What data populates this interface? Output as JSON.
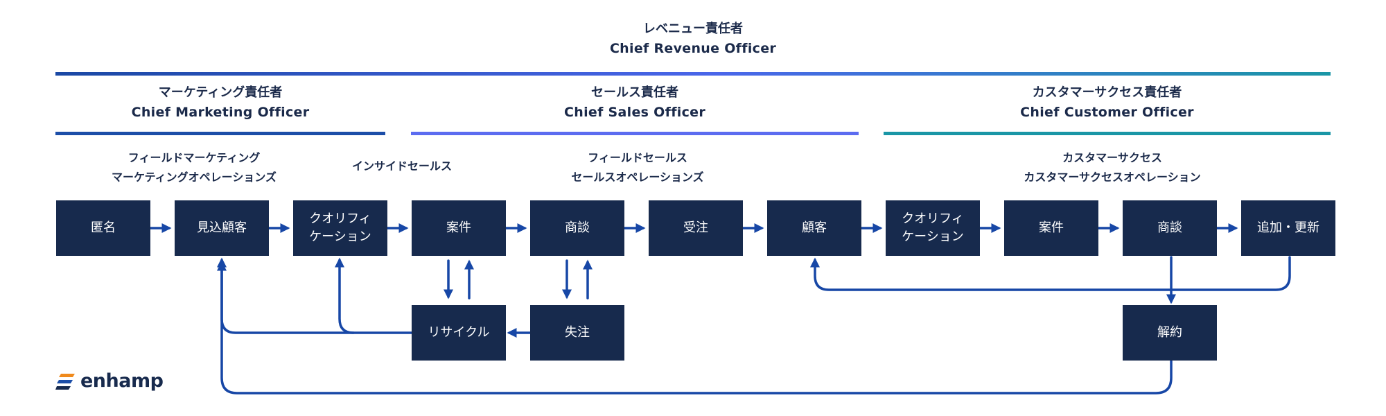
{
  "cro": {
    "ja": "レベニュー責任者",
    "en": "Chief Revenue Officer"
  },
  "officers": [
    {
      "ja": "マーケティング責任者",
      "en": "Chief Marketing Officer"
    },
    {
      "ja": "セールス責任者",
      "en": "Chief Sales Officer"
    },
    {
      "ja": "カスタマーサクセス責任者",
      "en": "Chief Customer Officer"
    }
  ],
  "groups": [
    {
      "line1": "フィールドマーケティング",
      "line2": "マーケティングオペレーションズ"
    },
    {
      "line1": "インサイドセールス",
      "line2": ""
    },
    {
      "line1": "フィールドセールス",
      "line2": "セールスオペレーションズ"
    },
    {
      "line1": "カスタマーサクセス",
      "line2": "カスタマーサクセスオペレーション"
    }
  ],
  "stages": {
    "anonymous": "匿名",
    "lead": "見込顧客",
    "qualification": "クオリフィ\nケーション",
    "opportunity": "案件",
    "negotiation": "商談",
    "won": "受注",
    "customer": "顧客",
    "cs_qualification": "クオリフィ\nケーション",
    "cs_opportunity": "案件",
    "cs_negotiation": "商談",
    "upsell_renewal": "追加・更新",
    "recycle": "リサイクル",
    "lost": "失注",
    "churn": "解約"
  },
  "logo": {
    "text": "enhamp"
  },
  "colors": {
    "box": "#172a4d",
    "arrow": "#1747a6",
    "marketing_bar": "#1c4ea8",
    "sales_bar": "#5c6cf0",
    "cs_bar": "#1a96a6"
  }
}
